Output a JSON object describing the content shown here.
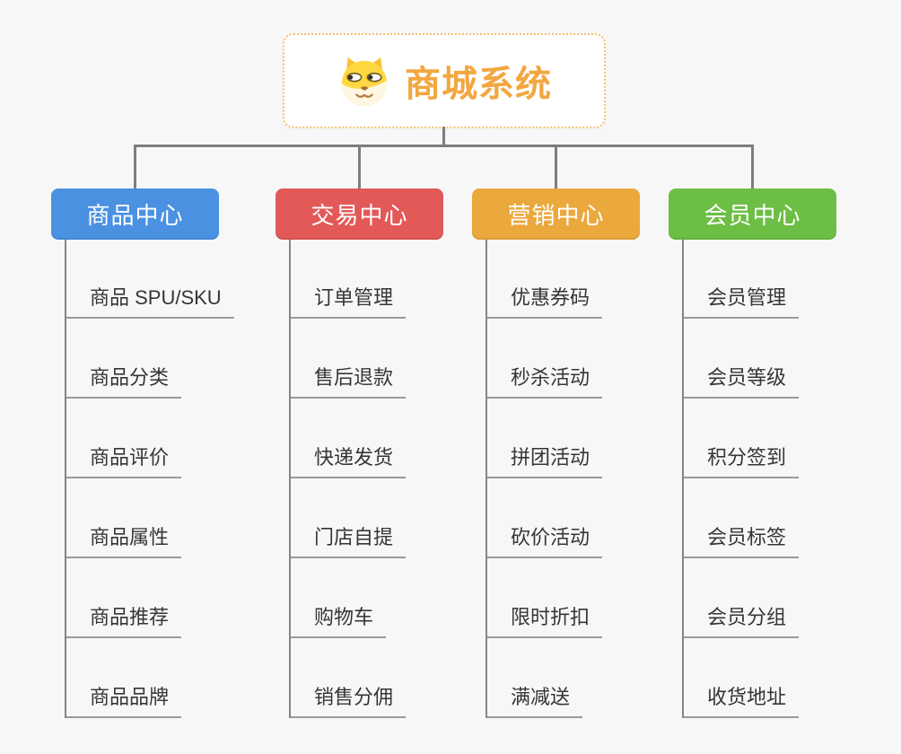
{
  "root": {
    "title": "商城系统",
    "icon": "dog-face-icon",
    "title_color": "#f2a740",
    "border_color": "#f5be6e"
  },
  "branches": [
    {
      "label": "商品中心",
      "color": "#4b91e2",
      "children": [
        "商品 SPU/SKU",
        "商品分类",
        "商品评价",
        "商品属性",
        "商品推荐",
        "商品品牌"
      ]
    },
    {
      "label": "交易中心",
      "color": "#e25958",
      "children": [
        "订单管理",
        "售后退款",
        "快递发货",
        "门店自提",
        "购物车",
        "销售分佣"
      ]
    },
    {
      "label": "营销中心",
      "color": "#eba83d",
      "children": [
        "优惠券码",
        "秒杀活动",
        "拼团活动",
        "砍价活动",
        "限时折扣",
        "满减送"
      ]
    },
    {
      "label": "会员中心",
      "color": "#6dbe45",
      "children": [
        "会员管理",
        "会员等级",
        "积分签到",
        "会员标签",
        "会员分组",
        "收货地址"
      ]
    }
  ]
}
